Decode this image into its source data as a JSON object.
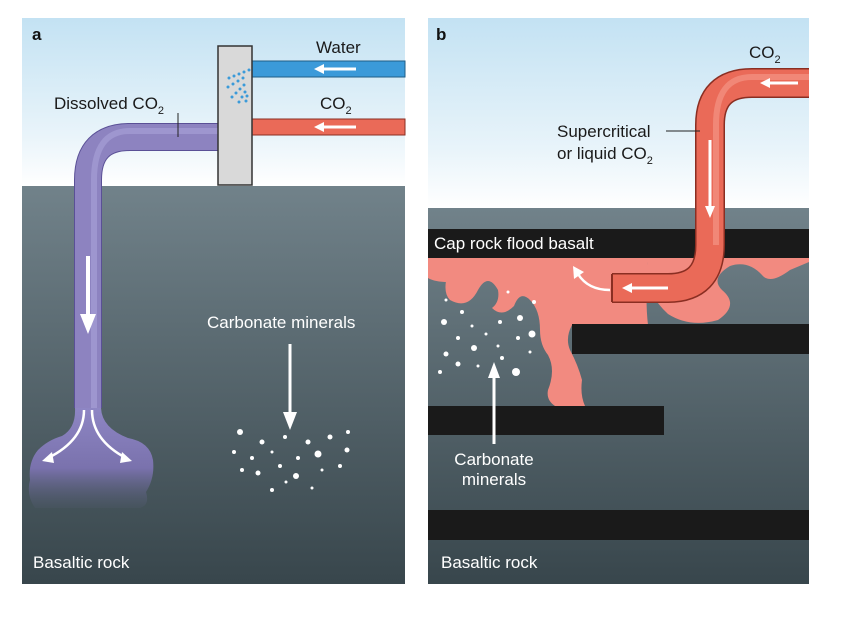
{
  "panel_a": {
    "letter": "a",
    "water_label": "Water",
    "co2_label_main": "CO",
    "co2_label_sub": "2",
    "dissolved_label_main": "Dissolved CO",
    "dissolved_label_sub": "2",
    "minerals_label": "Carbonate minerals",
    "rock_label": "Basaltic rock"
  },
  "panel_b": {
    "letter": "b",
    "co2_label_main": "CO",
    "co2_label_sub": "2",
    "supercritical_line1": "Supercritical",
    "supercritical_line2_main": "or liquid CO",
    "supercritical_line2_sub": "2",
    "caprock_label": "Cap rock flood basalt",
    "minerals_line1": "Carbonate",
    "minerals_line2": "minerals",
    "rock_label": "Basaltic rock"
  },
  "colors": {
    "sky_top": "#c6e3f3",
    "rock_top": "#6f8088",
    "rock_bottom": "#3a474d",
    "water_pipe": "#3b9ad9",
    "co2_pipe": "#ea6a58",
    "dissolved_pipe": "#8d83c0",
    "injected_co2": "#f28a80",
    "cap_rock": "#1a1a1a"
  }
}
